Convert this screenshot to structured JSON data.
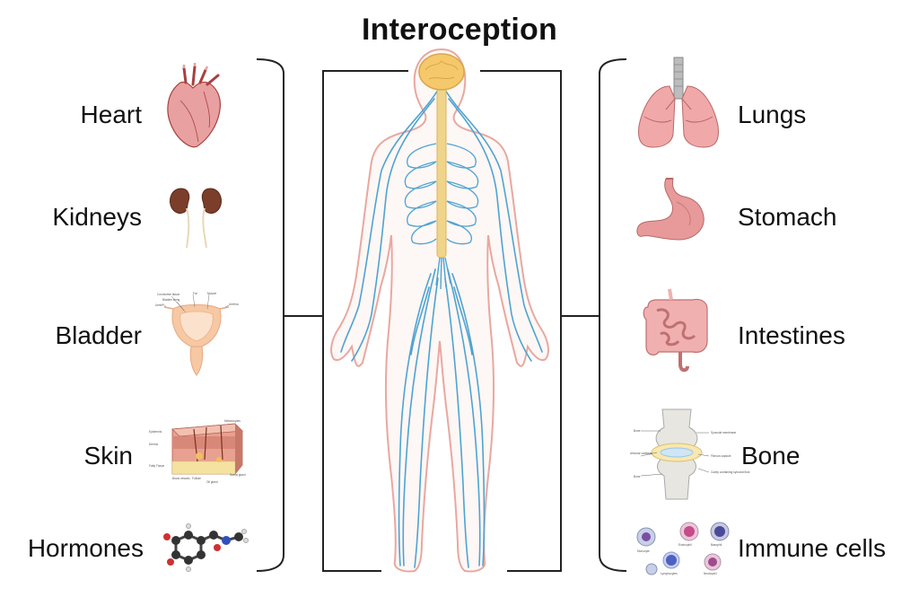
{
  "title": "Interoception",
  "left_organs": [
    {
      "label": "Heart"
    },
    {
      "label": "Kidneys"
    },
    {
      "label": "Bladder"
    },
    {
      "label": "Skin"
    },
    {
      "label": "Hormones"
    }
  ],
  "right_organs": [
    {
      "label": "Lungs"
    },
    {
      "label": "Stomach"
    },
    {
      "label": "Intestines"
    },
    {
      "label": "Bone"
    },
    {
      "label": "Immune cells"
    }
  ],
  "bladder_callouts": [
    "Connective tissue",
    "Fat",
    "Muscle",
    "Bladder lining",
    "Ureter",
    "Urethra"
  ],
  "skin_callouts": [
    "Epidermis",
    "Dermis",
    "Fatty Tissue",
    "Blood vessels",
    "Follicle",
    "Oil gland",
    "Sweat gland",
    "Melanocytes"
  ],
  "bone_callouts": [
    "Bone",
    "Synovial membrane",
    "Articular cartilage",
    "Fibrous capsule",
    "Cavity containing synovial fluid",
    "Bone"
  ],
  "immune_callouts": [
    "Monocyte",
    "Eosinophil",
    "Basophil",
    "Lymphocytes",
    "Neutrophil"
  ],
  "colors": {
    "nerve": "#4fa3d1",
    "spine": "#f0d48a",
    "brain": "#f5c86b",
    "body_outline": "#e8a8a0",
    "organ_pink": "#e89a9a",
    "bracket": "#222222"
  }
}
